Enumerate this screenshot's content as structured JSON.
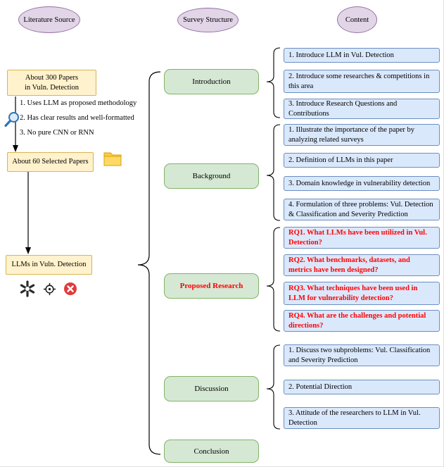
{
  "headers": {
    "col1": "Literature Source",
    "col2": "Survey Structure",
    "col3": "Content"
  },
  "literature": {
    "source_box_line1": "About 300 Papers",
    "source_box_line2": "in Vuln. Detection",
    "criteria": [
      "1. Uses LLM as proposed methodology",
      "2. Has clear results and well-formatted",
      "3. No pure CNN or RNN"
    ],
    "selected_box": "About 60 Selected Papers",
    "result_box": "LLMs in Vuln. Detection"
  },
  "icons": {
    "magnifier": "magnifier-icon",
    "folder": "folder-icon",
    "openai": "openai-icon",
    "crosshair": "crosshair-icon",
    "error": "error-x-icon"
  },
  "survey_structure": {
    "introduction": "Introduction",
    "background": "Background",
    "proposed_research": "Proposed Research",
    "discussion": "Discussion",
    "conclusion": "Conclusion"
  },
  "content": {
    "introduction": [
      "1. Introduce LLM in Vul. Detection",
      "2. Introduce some researches & competitions in this area",
      "3. Introduce Research Questions and Contributions"
    ],
    "background": [
      "1. Illustrate the importance of the paper by analyzing related surveys",
      "2. Definition of LLMs in this paper",
      "3. Domain knowledge in vulnerability detection",
      "4. Formulation of three problems: Vul. Detection & Classification and Severity Prediction"
    ],
    "proposed_research": [
      "RQ1. What LLMs have been utilized in Vul. Detection?",
      "RQ2. What benchmarks, datasets, and metrics have been designed?",
      "RQ3. What techniques have been used in LLM for vulnerability detection?",
      "RQ4. What are the challenges and potential directions?"
    ],
    "discussion": [
      "1. Discuss two subproblems: Vul. Classification and Severity Prediction",
      "2. Potential Direction",
      "3. Attitude of the researchers to LLM in Vul. Detection"
    ]
  },
  "colors": {
    "purple_fill": "#E1D5E7",
    "purple_border": "#9673A6",
    "yellow_fill": "#FFF2CC",
    "yellow_border": "#D6B656",
    "green_fill": "#D5E8D4",
    "green_border": "#82B366",
    "blue_fill": "#DAE8FC",
    "blue_border": "#6C8EBF",
    "highlight": "#FF0000"
  }
}
